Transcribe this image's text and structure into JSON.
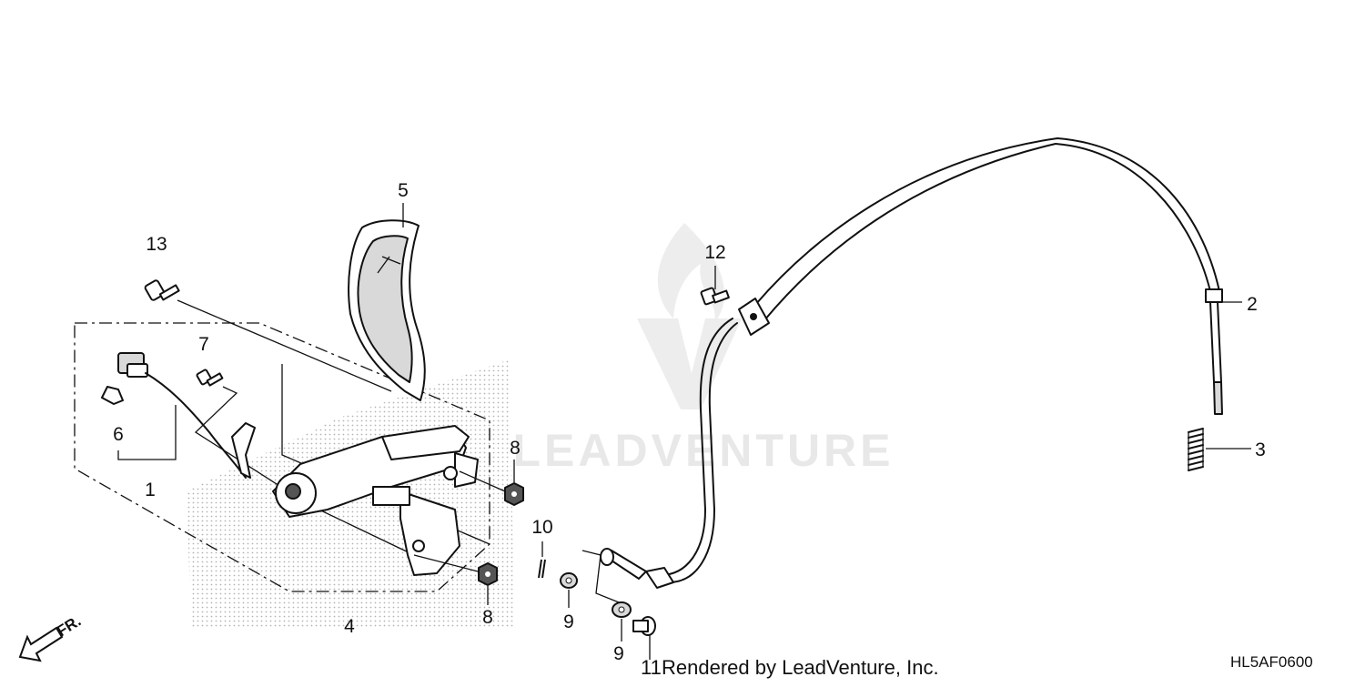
{
  "diagram": {
    "callouts": [
      {
        "key": "p1",
        "label": "1"
      },
      {
        "key": "p2",
        "label": "2"
      },
      {
        "key": "p3",
        "label": "3"
      },
      {
        "key": "p4",
        "label": "4"
      },
      {
        "key": "p5",
        "label": "5"
      },
      {
        "key": "p6",
        "label": "6"
      },
      {
        "key": "p7",
        "label": "7"
      },
      {
        "key": "p8a",
        "label": "8"
      },
      {
        "key": "p8b",
        "label": "8"
      },
      {
        "key": "p9a",
        "label": "9"
      },
      {
        "key": "p9b",
        "label": "9"
      },
      {
        "key": "p10",
        "label": "10"
      },
      {
        "key": "p11",
        "label": "11"
      },
      {
        "key": "p12",
        "label": "12"
      },
      {
        "key": "p13",
        "label": "13"
      }
    ],
    "front_marker": "FR.",
    "watermark": "LEADVENTURE",
    "rendered_by": "Rendered by LeadVenture, Inc.",
    "diagram_code": "HL5AF0600"
  },
  "colors": {
    "line": "#111111",
    "shading": "#c8c8c8",
    "watermark": "#e6e6e6",
    "background": "#ffffff"
  },
  "icons": {
    "watermark_logo": "leadventure-logo",
    "front_arrow": "front-direction-arrow-icon"
  }
}
